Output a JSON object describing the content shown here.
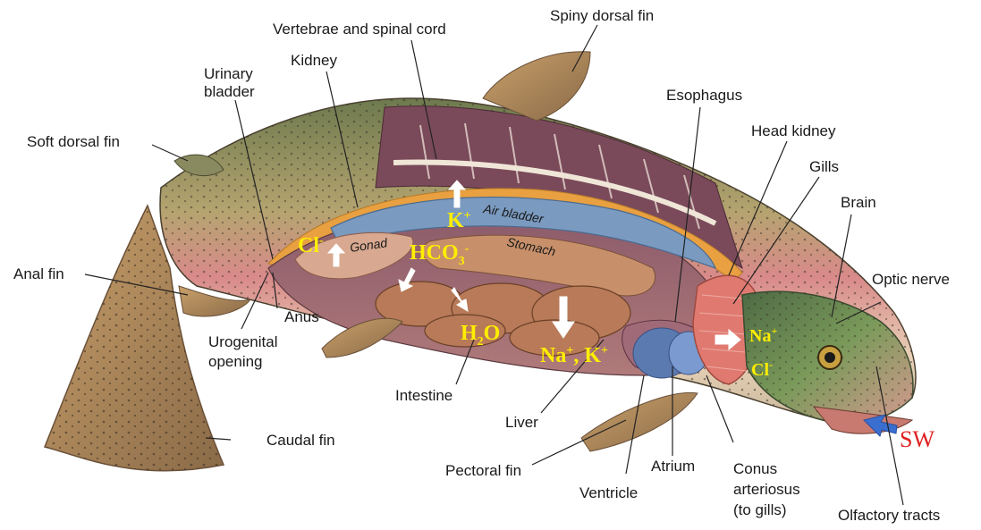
{
  "labels": {
    "vertebrae": "Vertebrae and spinal cord",
    "spiny_dorsal_fin": "Spiny dorsal fin",
    "kidney": "Kidney",
    "urinary_bladder_1": "Urinary",
    "urinary_bladder_2": "bladder",
    "soft_dorsal_fin": "Soft dorsal fin",
    "esophagus": "Esophagus",
    "head_kidney": "Head kidney",
    "gills": "Gills",
    "brain": "Brain",
    "optic_nerve": "Optic nerve",
    "anal_fin": "Anal fin",
    "anus": "Anus",
    "urogenital_1": "Urogenital",
    "urogenital_2": "opening",
    "intestine": "Intestine",
    "liver": "Liver",
    "caudal_fin": "Caudal fin",
    "pectoral_fin": "Pectoral fin",
    "ventricle": "Ventricle",
    "atrium": "Atrium",
    "conus_1": "Conus",
    "conus_2": "arteriosus",
    "conus_3": "(to gills)",
    "olfactory": "Olfactory tracts"
  },
  "organs": {
    "air_bladder": "Air bladder",
    "gonad": "Gonad",
    "stomach": "Stomach"
  },
  "ions": {
    "k": "K",
    "hco3": "HCO",
    "cl_left": "Cl",
    "h2o": "H",
    "na_k": "Na",
    "na_gill": "Na",
    "cl_gill": "Cl"
  },
  "sw": "SW",
  "colors": {
    "ion_text": "#ffee00",
    "sw_text": "#e02020",
    "sw_arrow": "#3a6fd0",
    "transport_arrow": "#ffffff"
  }
}
